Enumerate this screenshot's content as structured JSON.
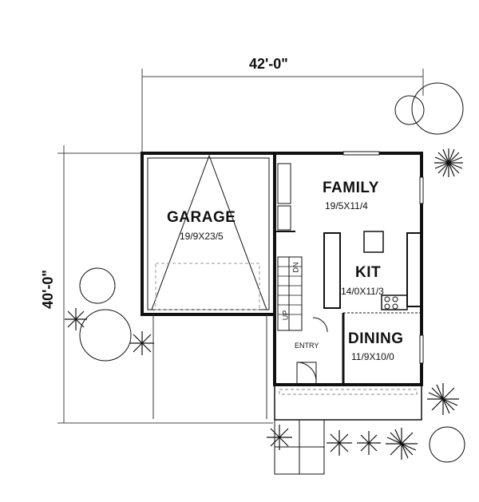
{
  "overall": {
    "width": "42'-0\"",
    "depth": "40'-0\""
  },
  "rooms": {
    "garage": {
      "name": "GARAGE",
      "size": "19/9X23/5"
    },
    "family": {
      "name": "FAMILY",
      "size": "19/5X11/4"
    },
    "kitchen": {
      "name": "KIT",
      "size": "14/0X11/3"
    },
    "dining": {
      "name": "DINING",
      "size": "11/9X10/0"
    },
    "entry": {
      "name": "ENTRY"
    }
  },
  "stairs": {
    "up": "UP",
    "down": "DN"
  },
  "colors": {
    "line": "#111111",
    "dash": "#888888",
    "background": "#ffffff"
  }
}
